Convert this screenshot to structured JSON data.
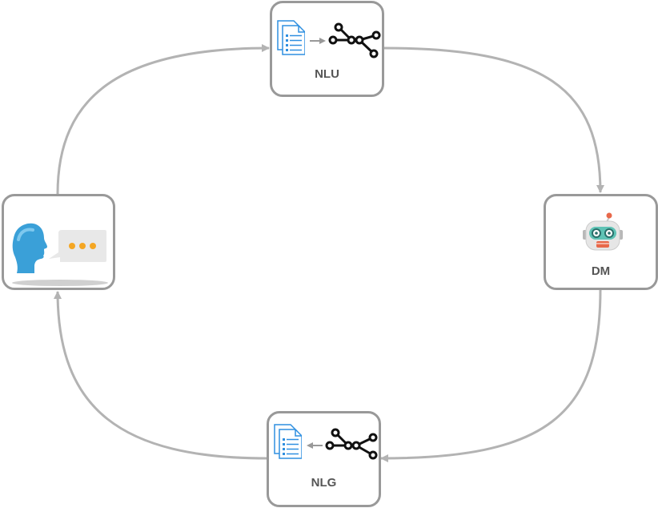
{
  "nodes": {
    "user": {
      "icons": [
        "speaking-head-icon",
        "speech-bubble-icon"
      ]
    },
    "nlu": {
      "label": "NLU",
      "icons": [
        "document-icon",
        "arrow-right-icon",
        "tree-graph-icon"
      ]
    },
    "dm": {
      "label": "DM",
      "icons": [
        "robot-icon"
      ]
    },
    "nlg": {
      "label": "NLG",
      "icons": [
        "document-icon",
        "arrow-left-icon",
        "tree-graph-icon"
      ]
    }
  },
  "colors": {
    "border": "#999999",
    "connector": "#b3b3b3",
    "label": "#555555",
    "document": "#2f8fe0",
    "head": "#3aa0d8",
    "bubble_dot": "#f4a623",
    "robot_face": "#5fc3b5",
    "robot_mouth": "#e8684a"
  }
}
